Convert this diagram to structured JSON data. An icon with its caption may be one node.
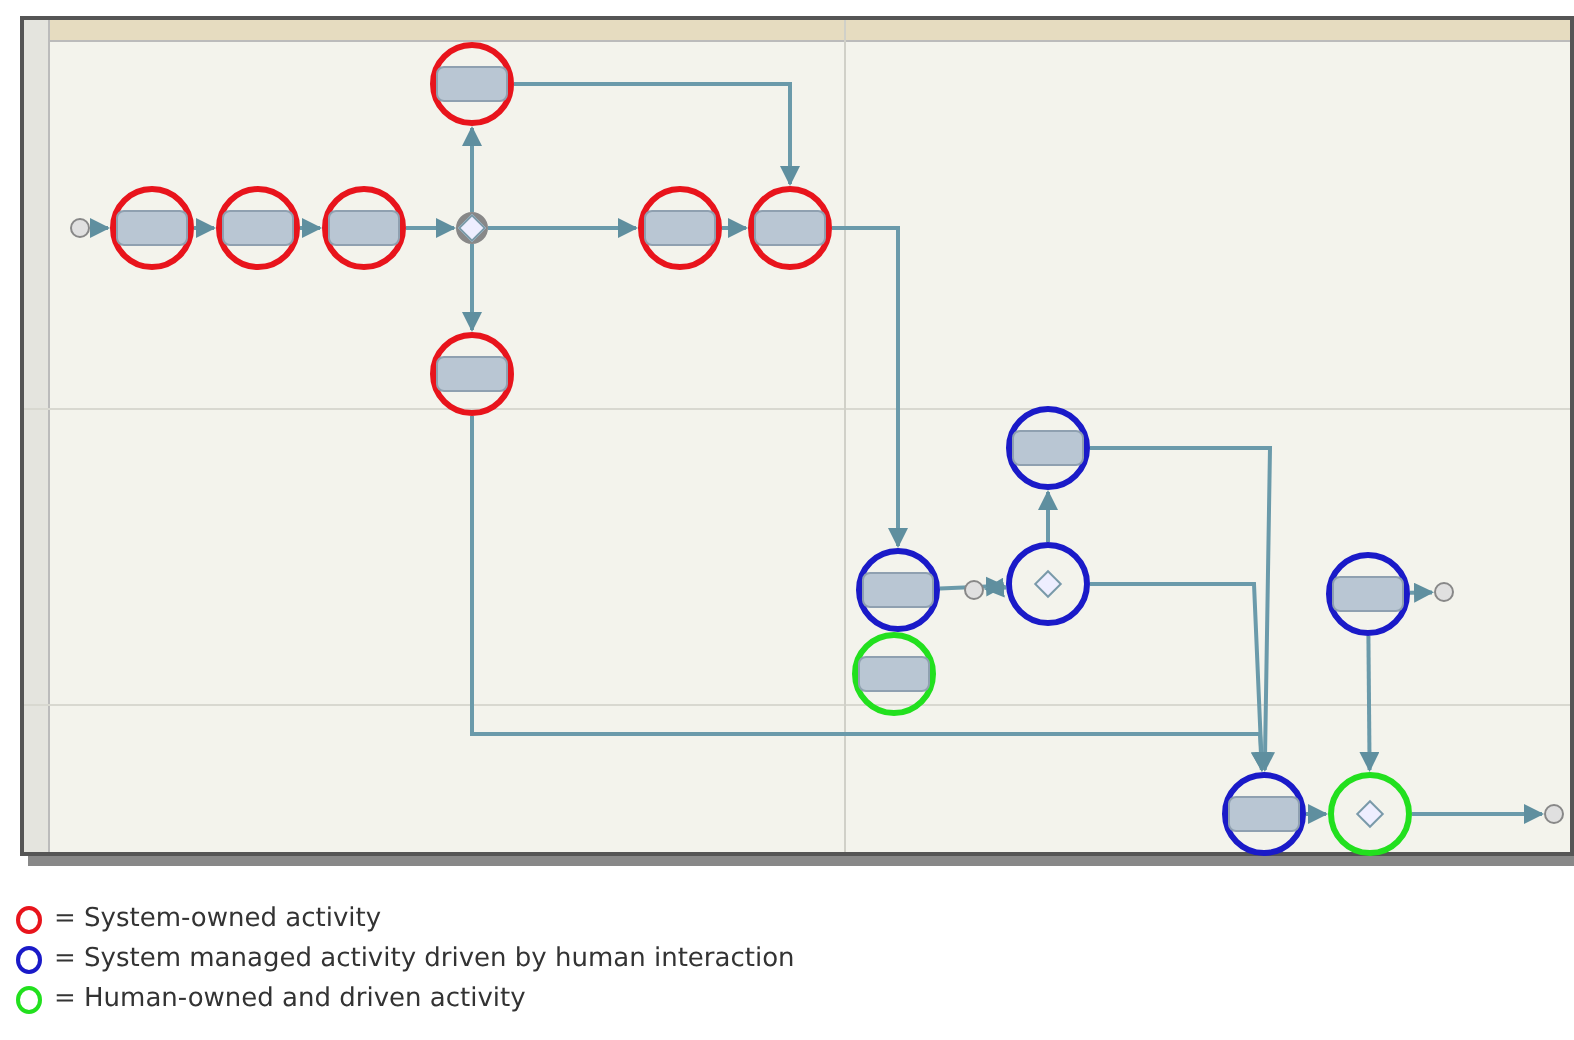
{
  "diagram": {
    "nodes": [
      {
        "text": [],
        "shape": "circle"
      },
      {
        "text": [],
        "shape": "circle"
      },
      {
        "text": [],
        "shape": "circle"
      },
      {
        "text": [],
        "shape": "circle"
      },
      {
        "text": [],
        "shape": "circle"
      },
      {
        "text": [],
        "shape": "circle"
      },
      {
        "text": [],
        "shape": "circle"
      },
      {
        "text": [],
        "shape": "circle"
      },
      {
        "text": [],
        "shape": "circle"
      },
      {
        "text": [],
        "shape": "circle"
      },
      {
        "text": [],
        "shape": "circle"
      },
      {
        "text": [],
        "shape": "circle"
      },
      {
        "text": [],
        "shape": "circle"
      },
      {
        "text": [],
        "shape": "circle"
      },
      {
        "text": [],
        "shape": "circle"
      },
      {
        "text": [],
        "shape": "circle"
      },
      {
        "text": [],
        "shape": "circle"
      },
      {
        "text": [],
        "shape": "circle"
      },
      {
        "text": [],
        "shape": "circle"
      }
    ],
    "edges": [
      {
        "from": 1,
        "to": 2,
        "arrow": "to"
      },
      {
        "from": 2,
        "to": 3,
        "arrow": "to"
      },
      {
        "from": 3,
        "to": 4,
        "arrow": "to"
      },
      {
        "from": 4,
        "to": 5,
        "arrow": "to"
      },
      {
        "from": 5,
        "to": 0,
        "arrow": "to"
      },
      {
        "from": 5,
        "to": 8,
        "arrow": "to"
      },
      {
        "from": 5,
        "to": 6,
        "arrow": "to"
      },
      {
        "from": 6,
        "to": 7,
        "arrow": "to"
      },
      {
        "from": 0,
        "to": 7,
        "arrow": "to"
      },
      {
        "from": 7,
        "to": 10,
        "arrow": "to"
      },
      {
        "from": 10,
        "to": 12,
        "arrow": "to"
      },
      {
        "from": 12,
        "to": 11,
        "arrow": "to"
      },
      {
        "from": 12,
        "to": 9,
        "arrow": "to"
      },
      {
        "from": 12,
        "to": 16,
        "arrow": "to"
      },
      {
        "from": 9,
        "to": 16,
        "arrow": "to"
      },
      {
        "from": 8,
        "to": 16,
        "arrow": "to"
      },
      {
        "from": 13,
        "to": 14,
        "arrow": "to"
      },
      {
        "from": 13,
        "to": 17,
        "arrow": "to"
      },
      {
        "from": 16,
        "to": 17,
        "arrow": "to"
      },
      {
        "from": 17,
        "to": 18,
        "arrow": "to"
      }
    ],
    "legend": [
      {
        "text": "= System-owned activity",
        "color": "#e8141c"
      },
      {
        "text": "= System managed activity driven by human interaction",
        "color": "#1a1ac8"
      },
      {
        "text": "= Human-owned and driven activity",
        "color": "#22e01e"
      }
    ]
  }
}
